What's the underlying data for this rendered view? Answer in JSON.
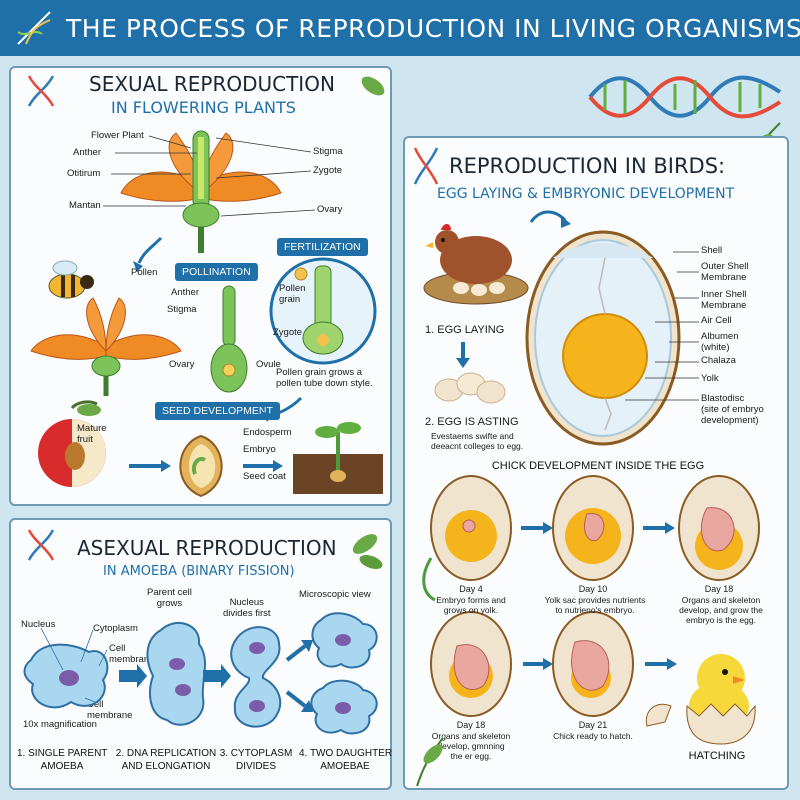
{
  "title": "THE PROCESS OF REPRODUCTION IN LIVING ORGANISMS",
  "plants": {
    "title": "SEXUAL REPRODUCTION",
    "subtitle": "IN FLOWERING PLANTS",
    "flower_labels": {
      "flower_plant": "Flower Plant",
      "anther": "Anther",
      "otitirum": "Otitirum",
      "mantan": "Mantan",
      "stigma": "Stigma",
      "zygote": "Zygote",
      "ovary": "Ovary"
    },
    "pollination": {
      "tag": "POLLINATION",
      "pollen": "Pollen",
      "anther": "Anther",
      "stigma": "Stigma",
      "ovary": "Ovary",
      "ovule": "Ovule"
    },
    "fertilization": {
      "tag": "FERTILIZATION",
      "pollen_grain": "Pollen\ngrain",
      "zygote": "Zygote",
      "note": "Pollen grain grows a\npollen tube down style."
    },
    "seed": {
      "tag": "SEED DEVELOPMENT",
      "mature_fruit": "Mature\nfruit",
      "endosperm": "Endosperm",
      "embryo": "Embryo",
      "seed_coat": "Seed coat"
    }
  },
  "amoeba": {
    "title": "ASEXUAL REPRODUCTION",
    "subtitle": "IN AMOEBA (BINARY FISSION)",
    "labels": {
      "nucleus": "Nucleus",
      "cytoplasm": "Cytoplasm",
      "cell_membrane_1": "Cell\nmembrane",
      "cell_membrane_2": "Cell\nmembrane",
      "magnification": "10x magnification",
      "parent_grows": "Parent cell\ngrows",
      "nucleus_divides": "Nucleus\ndivides first",
      "microscopic": "Microscopic view"
    },
    "steps": [
      "1. SINGLE PARENT\nAMOEBA",
      "2. DNA REPLICATION\nAND ELONGATION",
      "3. CYTOPLASM\nDIVIDES",
      "4. TWO DAUGHTER\nAMOEBAE"
    ]
  },
  "birds": {
    "title": "REPRODUCTION IN BIRDS:",
    "subtitle": "EGG LAYING & EMBRYONIC DEVELOPMENT",
    "egg_laying": "1. EGG LAYING",
    "egg_asting": "2. EGG IS ASTING",
    "egg_asting_note": "Evestaems swifte and\ndeeacnt colleges to egg.",
    "egg_labels": {
      "shell": "Shell",
      "outer_membrane": "Outer Shell\nMembrane",
      "inner_membrane": "Inner Shell\nMembrane",
      "air_cell": "Air Cell",
      "albumen": "Albumen\n(white)",
      "chalaza": "Chalaza",
      "yolk": "Yolk",
      "blastodisc": "Blastodisc\n(site of embryo\ndevelopment)"
    },
    "chick_heading": "CHICK DEVELOPMENT INSIDE THE EGG",
    "stages": [
      {
        "day": "Day 4",
        "desc": "Embryo forms and\ngrows on yolk."
      },
      {
        "day": "Day 10",
        "desc": "Yolk sac provides nutrients\nto nutrieno's embryo."
      },
      {
        "day": "Day 18",
        "desc": "Organs and skeleton\ndevelop, and grow the\nembryo is the egg."
      },
      {
        "day": "Day 18",
        "desc": "Organs and skeleton\ndevelop, gmnning\nthe er egg."
      },
      {
        "day": "Day 21",
        "desc": "Chick ready to hatch."
      }
    ],
    "hatching": "HATCHING"
  },
  "colors": {
    "banner": "#1f6fa8",
    "accent_blue": "#1f6fa8",
    "petal": "#f08a24",
    "leaf": "#4c9a3a",
    "yolk": "#f5b41c",
    "amoeba": "#a9d7ef"
  }
}
